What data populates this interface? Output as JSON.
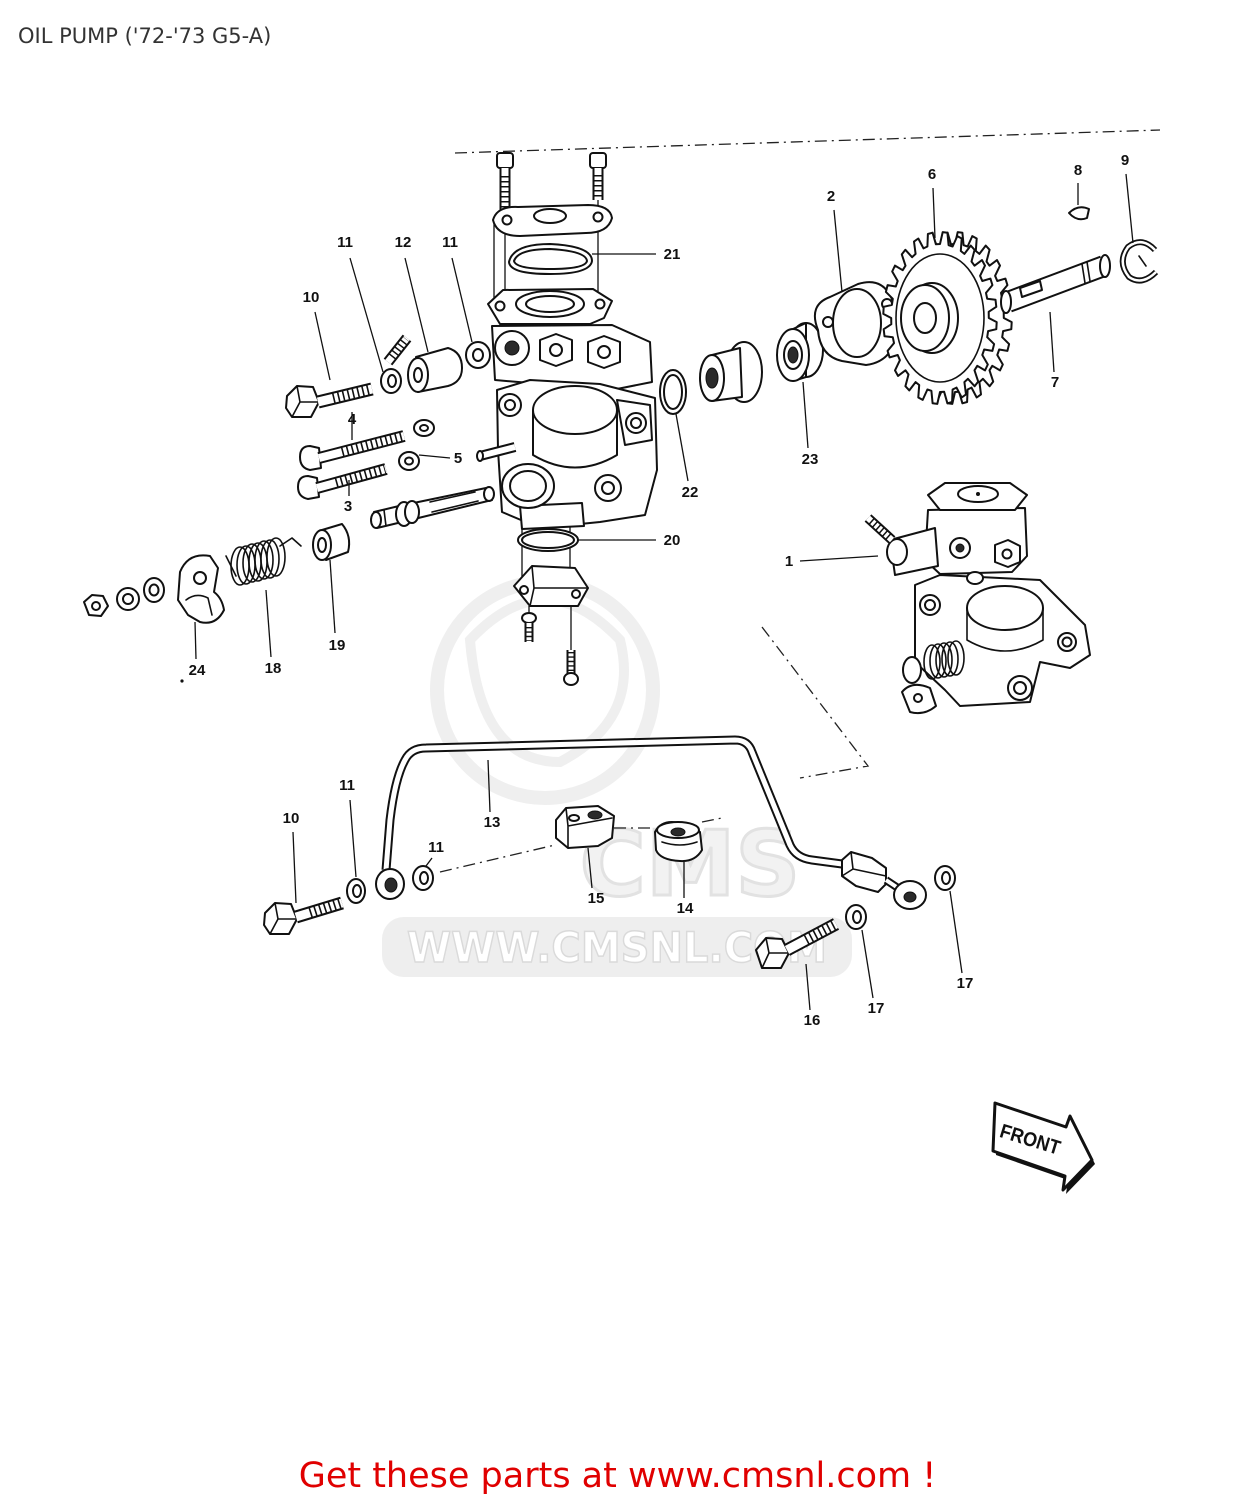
{
  "title": "OIL PUMP ('72-'73 G5-A)",
  "callouts": [
    "11",
    "12",
    "11",
    "10",
    "21",
    "2",
    "6",
    "8",
    "9",
    "7",
    "4",
    "5",
    "3",
    "22",
    "23",
    "20",
    "1",
    "24",
    "18",
    "19",
    "11",
    "10",
    "11",
    "13",
    "15",
    "14",
    "16",
    "17",
    "17"
  ],
  "front_label": "FRONT",
  "watermark": {
    "logo": "CMS",
    "url": "WWW.CMSNL.COM"
  },
  "footer": "Get these parts at www.cmsnl.com !",
  "colors": {
    "footer": "#e00000",
    "line": "#111111",
    "watermark": "#ececec"
  }
}
